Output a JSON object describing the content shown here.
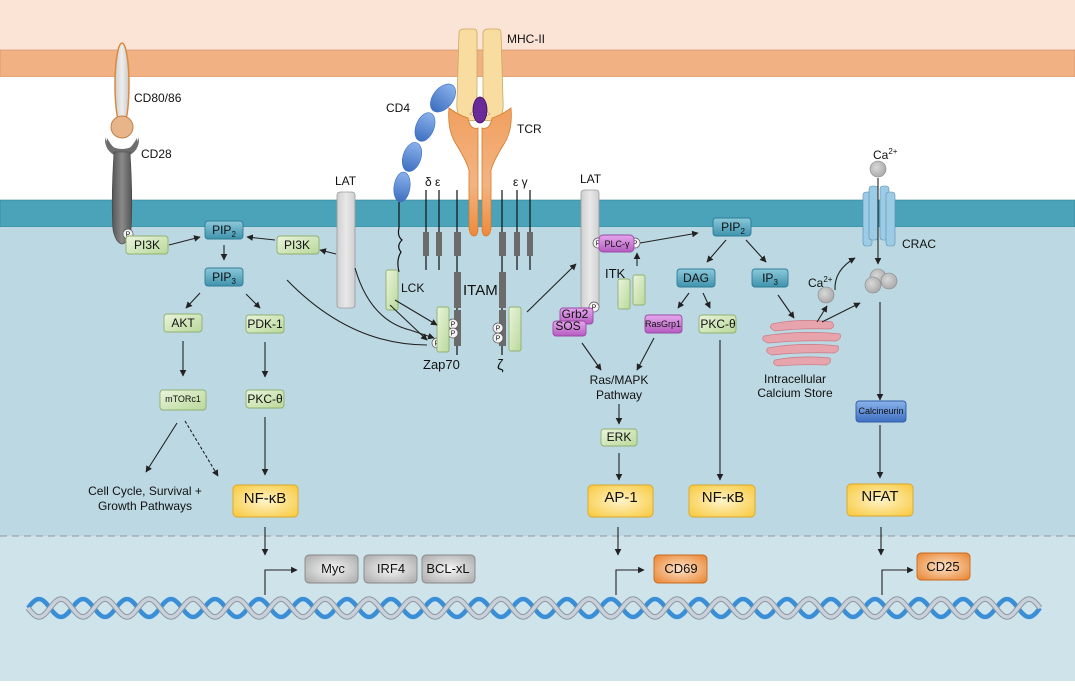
{
  "figure": {
    "title": "TCR, CD4 and CD28 signaling to transcription factors",
    "colors": {
      "apc_cytoplasm": "#fbe4d6",
      "apc_membrane": "#f2b183",
      "extracellular": "#ffffff",
      "tcell_membrane": "#4aa3b9",
      "tcell_cytoplasm": "#bcd8e2",
      "nucleus": "#cfe3ea",
      "kinase_green": "#d4e8be",
      "lipid_teal": "#5fa9c2",
      "adaptor_purple": "#cf7fd8",
      "tf_yellow": "#fcd55a",
      "gene_orange": "#ef8c3a",
      "gene_gray": "#b8b8b8",
      "calcineurin_blue": "#4f82cc",
      "mhc_yellow": "#f9dca0",
      "tcr_orange": "#f0a060",
      "peptide_purple": "#6a2a9a",
      "cd4_blue": "#5b8fdc",
      "cd28_gray": "#6e6e6e",
      "er_pink": "#e8a4ac",
      "crac_blue": "#9ccbe6",
      "calcium_gray": "#b9b9b9",
      "dna_blue": "#3a8ed6",
      "dna_gray": "#c9d2da"
    },
    "receptors": {
      "mhc": "MHC-II",
      "cd80": "CD80/86",
      "cd28": "CD28",
      "cd4": "CD4",
      "tcr": "TCR",
      "lat_left": "LAT",
      "lat_right": "LAT",
      "cd3_de": "δ ε",
      "cd3_eg": "ε γ",
      "zeta": "ζ",
      "itam": "ITAM",
      "crac": "CRAC"
    },
    "phospho": "P",
    "nodes": {
      "pi3k_left": "PI3K",
      "pi3k_right": "PI3K",
      "pip2_left": "PIP",
      "pip2_left_sub": "2",
      "pip3": "PIP",
      "pip3_sub": "3",
      "akt": "AKT",
      "pdk1": "PDK-1",
      "mtorc1": "mTORc1",
      "pkc_left": "PKC-θ",
      "lck": "LCK",
      "zap70": "Zap70",
      "plcg": "PLC-γ",
      "itk": "ITK",
      "grb2": "Grb2",
      "sos": "SOS",
      "pip2_right": "PIP",
      "pip2_right_sub": "2",
      "dag": "DAG",
      "ip3": "IP",
      "ip3_sub": "3",
      "rasgrp1": "RasGrp1",
      "pkc_right": "PKC-θ",
      "ras_mapk_line1": "Ras/MAPK",
      "ras_mapk_line2": "Pathway",
      "erk": "ERK",
      "ca_top": "Ca",
      "ca_top_sup": "2+",
      "ca_mid": "Ca",
      "ca_mid_sup": "2+",
      "calcium_store_line1": "Intracellular",
      "calcium_store_line2": "Calcium Store",
      "calcineurin": "Calcineurin",
      "cell_cycle_line1": "Cell Cycle, Survival +",
      "cell_cycle_line2": "Growth Pathways"
    },
    "transcription_factors": {
      "nfkb_left": "NF-κB",
      "ap1": "AP-1",
      "nfkb_right": "NF-κB",
      "nfat": "NFAT"
    },
    "genes": {
      "myc": "Myc",
      "irf4": "IRF4",
      "bclxl": "BCL-xL",
      "cd69": "CD69",
      "cd25": "CD25"
    }
  }
}
